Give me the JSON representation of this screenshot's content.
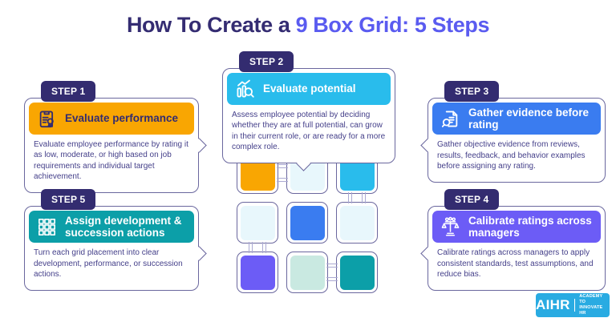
{
  "title": {
    "prefix": "How To Create a ",
    "accent": "9 Box Grid: 5 Steps"
  },
  "colors": {
    "title_dark": "#342C72",
    "title_accent": "#5A5BF0",
    "tab_bg": "#332C70",
    "card_border": "#6A679E",
    "body_text": "#45408A",
    "connector": "#ABA9D2"
  },
  "steps": [
    {
      "tab": "STEP 1",
      "title": "Evaluate performance",
      "description": "Evaluate employee performance by rating it as low, moderate, or high based on job requirements and individual target achievement.",
      "header_color": "#F9A602",
      "header_text_color": "#332C70",
      "icon": "clipboard-award-icon"
    },
    {
      "tab": "STEP 2",
      "title": "Evaluate potential",
      "description": "Assess employee potential by deciding whether they are at full potential, can grow in their current role, or are ready for a more complex role.",
      "header_color": "#29BCEC",
      "header_text_color": "#FFFFFF",
      "icon": "chart-magnifier-icon"
    },
    {
      "tab": "STEP 3",
      "title": "Gather evidence before rating",
      "description": "Gather objective evidence from reviews, results, feedback, and behavior examples before assigning any rating.",
      "header_color": "#3A7CF0",
      "header_text_color": "#FFFFFF",
      "icon": "document-magnifier-icon"
    },
    {
      "tab": "STEP 4",
      "title": "Calibrate ratings across managers",
      "description": "Calibrate ratings across managers to apply consistent standards, test assumptions, and reduce bias.",
      "header_color": "#6C5CF6",
      "header_text_color": "#FFFFFF",
      "icon": "balance-scale-people-icon"
    },
    {
      "tab": "STEP 5",
      "title": "Assign development & succession actions",
      "description": "Turn each grid placement into clear development, performance, or succession actions.",
      "header_color": "#0C9FA8",
      "header_text_color": "#FFFFFF",
      "icon": "nine-box-grid-icon"
    }
  ],
  "grid": {
    "rows": 3,
    "cols": 3,
    "cells": [
      {
        "row": 1,
        "col": 1,
        "color": "#F9A602"
      },
      {
        "row": 1,
        "col": 2,
        "color": "#E8F7FC"
      },
      {
        "row": 1,
        "col": 3,
        "color": "#29BCEC"
      },
      {
        "row": 2,
        "col": 1,
        "color": "#E8F7FC"
      },
      {
        "row": 2,
        "col": 2,
        "color": "#3A7CF0"
      },
      {
        "row": 2,
        "col": 3,
        "color": "#E8F7FC"
      },
      {
        "row": 3,
        "col": 1,
        "color": "#6C5CF6"
      },
      {
        "row": 3,
        "col": 2,
        "color": "#C9E9E1"
      },
      {
        "row": 3,
        "col": 3,
        "color": "#0C9FA8"
      }
    ]
  },
  "logo": {
    "name": "AIHR",
    "tagline_line1": "ACADEMY TO",
    "tagline_line2": "INNOVATE HR",
    "bg": "#29ABE2"
  }
}
